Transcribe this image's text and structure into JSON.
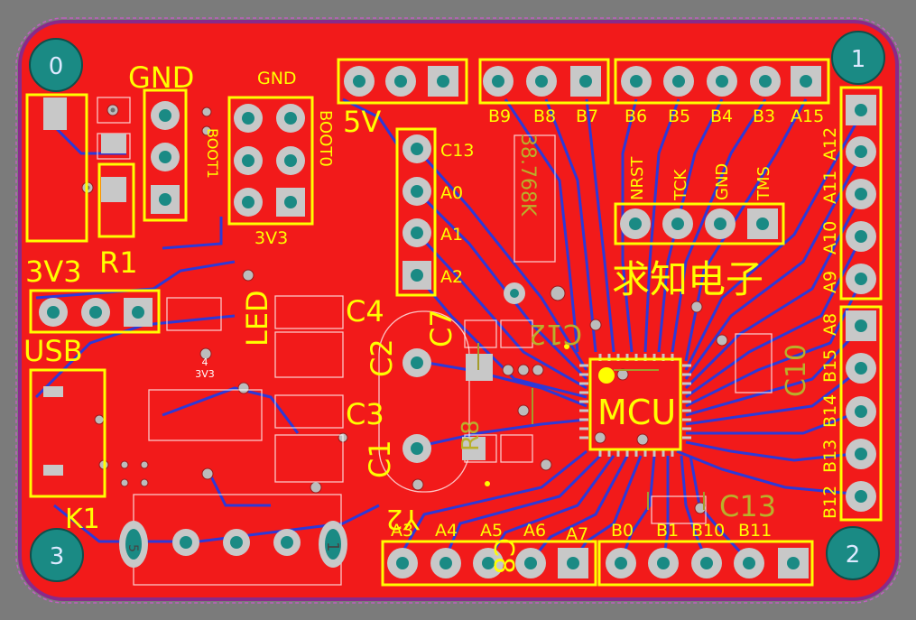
{
  "board": {
    "colors": {
      "background": "#7b7b7b",
      "copper": "#f21a1a",
      "silkscreen": "#ffff00",
      "trace": "#2d39d8",
      "mount_hole": "#1a8a84",
      "pad": "#c8c8c8"
    },
    "corner_holes": [
      "0",
      "1",
      "2",
      "3"
    ],
    "chinese_label": "求知电子",
    "mcu_label": "MCU",
    "header_top_left": {
      "label": "5V"
    },
    "header_top_mid": {
      "pins": [
        "B9",
        "B8",
        "B7"
      ]
    },
    "header_top_right": {
      "pins": [
        "B6",
        "B5",
        "B4",
        "B3",
        "A15"
      ]
    },
    "header_right_upper": {
      "pins": [
        "A12",
        "A11",
        "A10",
        "A9"
      ]
    },
    "header_right_lower": {
      "pins": [
        "A8",
        "B15",
        "B14",
        "B13",
        "B12"
      ]
    },
    "header_bottom_left": {
      "pins": [
        "A3",
        "A4",
        "A5",
        "A6",
        "A7"
      ]
    },
    "header_bottom_right": {
      "pins": [
        "B0",
        "B1",
        "B10",
        "B11"
      ]
    },
    "header_mid_column": {
      "pins": [
        "C13",
        "A0",
        "A1",
        "A2"
      ]
    },
    "header_swd": {
      "pins": [
        "NRST",
        "TCK",
        "GND",
        "TMS"
      ]
    },
    "boot0": {
      "label": "BOOT0",
      "top": "GND",
      "bottom": "3V3"
    },
    "boot1": {
      "top": "GND",
      "side": "BOOT1"
    },
    "power_header": {
      "label": "3V3"
    },
    "left_labels": {
      "r1": "R1",
      "usb": "USB",
      "k1": "K1",
      "led": "LED",
      "reg_line1": "4",
      "reg_line2": "3V3"
    },
    "caps": [
      "C4",
      "C2",
      "C7",
      "C3",
      "C1",
      "Y2",
      "C8",
      "C12",
      "C10",
      "C13"
    ],
    "faint_labels": [
      "C12",
      "C10",
      "C13",
      "R8",
      "38.768K"
    ],
    "usb_pins": [
      "5",
      "1"
    ]
  }
}
